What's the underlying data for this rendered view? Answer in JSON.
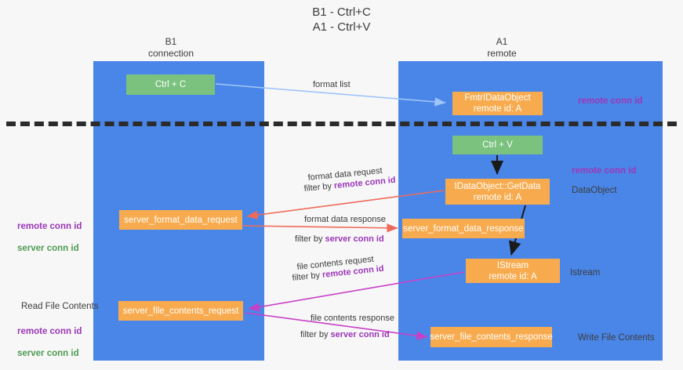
{
  "diagram": {
    "title": "B1 - Ctrl+C\nA1 - Ctrl+V",
    "columns": [
      {
        "id": "b1",
        "label": "B1\nconnection"
      },
      {
        "id": "a1",
        "label": "A1\nremote"
      }
    ],
    "nodes": [
      {
        "id": "ctrl-c",
        "label": "Ctrl + C",
        "color": "#7ac27d"
      },
      {
        "id": "fmt-idataobject",
        "label": "FmtrIDataObject\nremote id: A",
        "color": "#f8ab4e"
      },
      {
        "id": "ctrl-v",
        "label": "Ctrl + V",
        "color": "#7ac27d"
      },
      {
        "id": "idataobject-getdata",
        "label": "IDataObject::GetData\nremote id: A",
        "color": "#f8ab4e"
      },
      {
        "id": "server-format-data-request",
        "label": "server_format_data_request",
        "color": "#f8ab4e"
      },
      {
        "id": "server-format-data-response",
        "label": "server_format_data_response",
        "color": "#f8ab4e"
      },
      {
        "id": "istream",
        "label": "IStream\nremote id: A",
        "color": "#f8ab4e"
      },
      {
        "id": "server-file-contents-request",
        "label": "server_file_contents_request",
        "color": "#f8ab4e"
      },
      {
        "id": "server-file-contents-response",
        "label": "server_file_contents_response",
        "color": "#f8ab4e"
      }
    ],
    "edge_labels": {
      "format_list": "format list",
      "format_data_request": "format data request",
      "format_data_request_filter_prefix": "filter by ",
      "format_data_request_filter_key": "remote conn id",
      "format_data_response": "format data response",
      "format_data_response_filter_prefix": "filter by ",
      "format_data_response_filter_key": "server conn id",
      "file_contents_request": "file contents request",
      "file_contents_request_filter_prefix": "filter by ",
      "file_contents_request_filter_key": "remote conn id",
      "file_contents_response": "file contents response",
      "file_contents_response_filter_prefix": "filter by ",
      "file_contents_response_filter_key": "server conn id"
    },
    "annotations": {
      "right_remote_conn_id_top": "remote conn id",
      "right_remote_conn_id_mid": "remote conn id",
      "right_dataobject": "DataObject",
      "right_istream": "Istream",
      "right_write_file_contents": "Write File Contents",
      "left_remote_conn_id_1": "remote conn id",
      "left_server_conn_id_1": "server conn id",
      "left_read_file_contents": "Read File Contents",
      "left_remote_conn_id_2": "remote conn id",
      "left_server_conn_id_2": "server conn id"
    },
    "colors": {
      "lane": "#4a86e8",
      "node_green": "#7ac27d",
      "node_orange": "#f8ab4e",
      "background": "#f7f7f7",
      "divider": "#2b2b2b",
      "accent_purple": "#9b36b8",
      "accent_green": "#4f9a53",
      "arrow_blue": "#9fc5f8",
      "arrow_red": "#ef6a5a",
      "arrow_magenta": "#c840c8",
      "arrow_black": "#1a1a1a"
    }
  }
}
